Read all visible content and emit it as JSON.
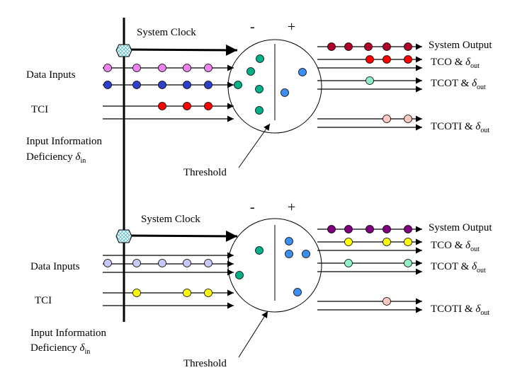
{
  "colors": {
    "pink": "#ee82ee",
    "light_pink": "#f4b8e8",
    "blue": "#2f3fc8",
    "lavender": "#c8c8f4",
    "red": "#ff0000",
    "dark_red": "#b0002a",
    "purple": "#800080",
    "teal": "#00b088",
    "light_teal": "#90f0c8",
    "sky_blue": "#3c8ef0",
    "yellow": "#ffff00",
    "salmon": "#ffc8c0",
    "hatch": "#a0e0e8"
  },
  "top": {
    "system_clock": "System Clock",
    "minus": "-",
    "plus": "+",
    "data_inputs": "Data Inputs",
    "tci": "TCI",
    "input_info_line1": "Input Information",
    "input_info_line2": "Deficiency ",
    "delta": "δ",
    "in_sub": "in",
    "threshold": "Threshold",
    "system_output": "System Output",
    "tco": "TCO & ",
    "tcot": "TCOT & ",
    "tcoti": "TCOTI & ",
    "out_sub": "out"
  },
  "bottom": {
    "system_clock": "System Clock",
    "minus": "-",
    "plus": "+",
    "data_inputs": "Data Inputs",
    "tci": "TCI",
    "input_info_line1": "Input Information",
    "input_info_line2": "Deficiency ",
    "delta": "δ",
    "in_sub": "in",
    "threshold": "Threshold",
    "system_output": "System Output",
    "tco": "TCO & ",
    "tcot": "TCOT & ",
    "tcoti": "TCOTI & ",
    "out_sub": "out"
  }
}
